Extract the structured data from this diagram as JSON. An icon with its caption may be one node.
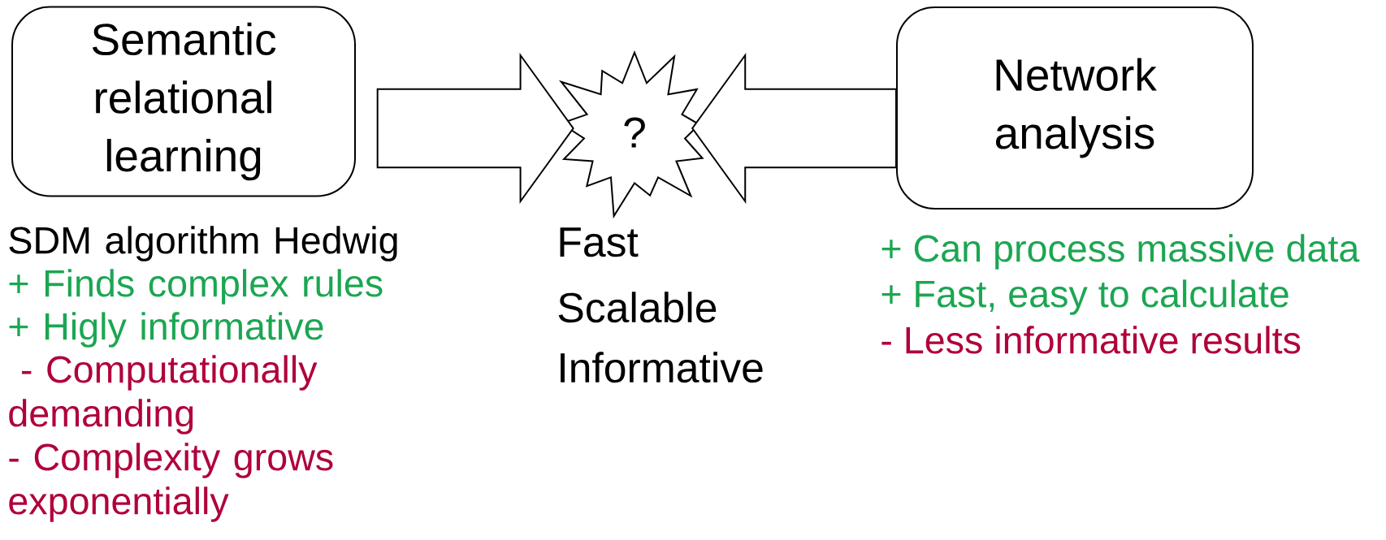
{
  "diagram": {
    "nodes": [
      {
        "text": [
          "Semantic relational learning"
        ],
        "beside": [
          "SDM algorithm Hedwig",
          "+ Finds complex rules",
          "+ Higly informative",
          " - Computationally demanding",
          "- Complexity grows exponentially"
        ]
      },
      {
        "text": [
          "?"
        ],
        "beside": [
          "Fast",
          "Scalable",
          "Informative"
        ]
      },
      {
        "text": [
          "Network analysis"
        ],
        "beside": [
          "+ Can process massive data",
          "+ Fast, easy to calculate",
          "- Less informative results"
        ]
      }
    ],
    "edges": [
      {
        "from": 0,
        "to": 1,
        "arrow": "to"
      },
      {
        "from": 2,
        "to": 1,
        "arrow": "to"
      }
    ]
  }
}
